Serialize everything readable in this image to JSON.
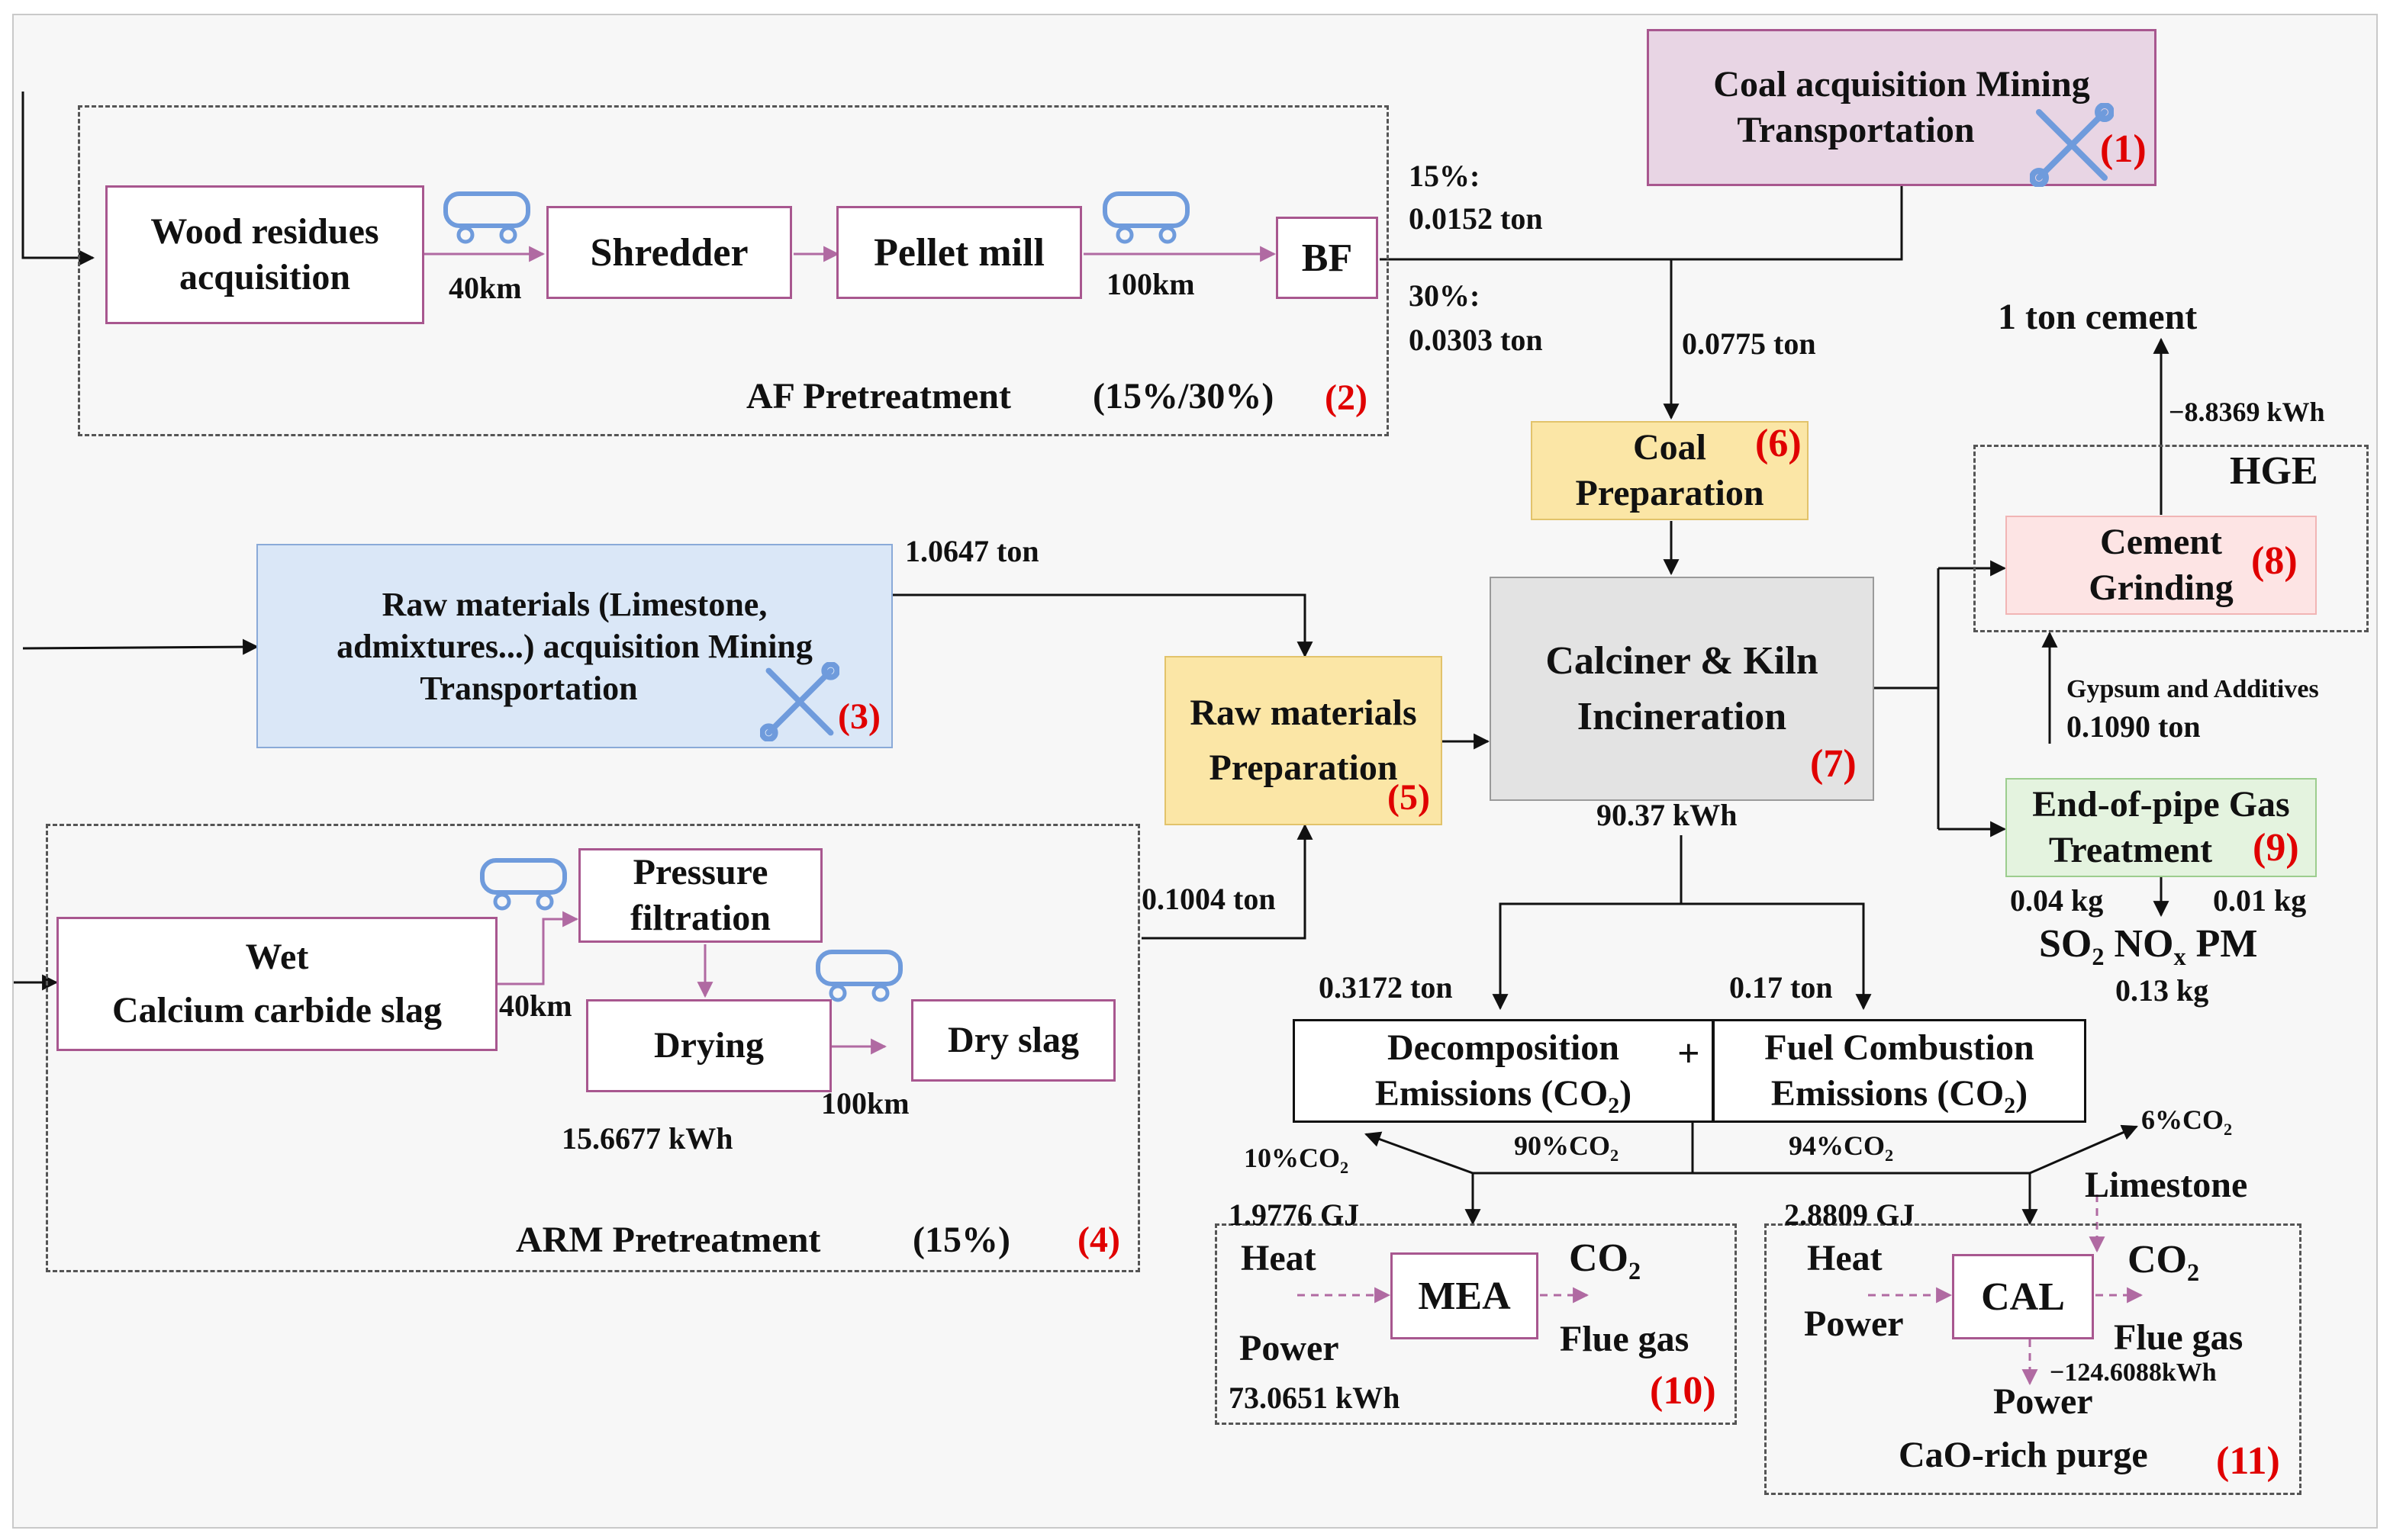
{
  "colors": {
    "process_border": "#a8578f",
    "coal_mining_fill": "#e8d5e4",
    "raw_mining_fill": "#dae7f7",
    "preparation_fill": "#fbe6a6",
    "kiln_fill": "#e3e3e3",
    "grinding_fill": "#fde4e4",
    "gas_treatment_fill": "#e4f3df",
    "index_red": "#e00000",
    "dashed_arrow": "#b06aa2"
  },
  "icons": {
    "truck": "truck-icon",
    "tools": "tools-icon"
  },
  "coal": {
    "label_line1": "Coal acquisition Mining",
    "label_line2": "Transportation",
    "index": "(1)"
  },
  "af": {
    "wood_line1": "Wood residues",
    "wood_line2": "acquisition",
    "shredder": "Shredder",
    "pellet": "Pellet mill",
    "bf": "BF",
    "dist1": "40km",
    "dist2": "100km",
    "pct15": "15%:",
    "val15": "0.0152 ton",
    "pct30": "30%:",
    "val30": "0.0303 ton",
    "title": "AF Pretreatment",
    "title_pct": "(15%/30%)",
    "index": "(2)"
  },
  "coal_flow": "0.0775 ton",
  "coal_prep": {
    "line1": "Coal",
    "line2": "Preparation",
    "index": "(6)"
  },
  "raw": {
    "line1": "Raw materials (Limestone,",
    "line2": "admixtures...) acquisition Mining",
    "line3": "Transportation",
    "index": "(3)",
    "flow": "1.0647 ton"
  },
  "raw_prep": {
    "line1": "Raw materials",
    "line2": "Preparation",
    "index": "(5)"
  },
  "kiln": {
    "line1": "Calciner & Kiln",
    "line2": "Incineration",
    "index": "(7)",
    "power": "90.37 kWh"
  },
  "cement": {
    "product": "1 ton cement",
    "power": "−8.8369 kWh",
    "hge": "HGE",
    "grinding_line1": "Cement",
    "grinding_line2": "Grinding",
    "index": "(8)",
    "gypsum_label": "Gypsum and Additives",
    "gypsum_val": "0.1090 ton"
  },
  "gas": {
    "line1": "End-of-pipe Gas",
    "line2": "Treatment",
    "index": "(9)",
    "so2_val": "0.04 kg",
    "nox_val": "0.01 kg",
    "pm_val": "0.13 kg",
    "so2": "SO",
    "so2_sub": "2",
    "nox": "NO",
    "nox_sub": "x",
    "pm": "PM"
  },
  "arm": {
    "wet_line1": "Wet",
    "wet_line2": "Calcium carbide slag",
    "pressure_line1": "Pressure",
    "pressure_line2": "filtration",
    "drying": "Drying",
    "dry_slag": "Dry slag",
    "dist1": "40km",
    "dist2": "100km",
    "power": "15.6677 kWh",
    "flow": "0.1004 ton",
    "title": "ARM Pretreatment",
    "title_pct": "(15%)",
    "index": "(4)"
  },
  "emissions": {
    "decomp_flow": "0.3172 ton",
    "fuel_flow": "0.17 ton",
    "decomp_line1": "Decomposition",
    "decomp_line2": "Emissions (CO",
    "fuel_line1": "Fuel Combustion",
    "fuel_line2": "Emissions (CO",
    "sub2": "2",
    "close": ")",
    "plus": "+",
    "pct10": "10%CO",
    "pct90": "90%CO",
    "pct94": "94%CO",
    "pct6": "6%CO"
  },
  "mea": {
    "energy": "1.9776 GJ",
    "heat": "Heat",
    "power": "Power",
    "name": "MEA",
    "co2": "CO",
    "co2_sub": "2",
    "flue": "Flue gas",
    "power_val": "73.0651 kWh",
    "index": "(10)"
  },
  "cal": {
    "limestone": "Limestone",
    "energy": "2.8809 GJ",
    "heat": "Heat",
    "power": "Power",
    "name": "CAL",
    "co2": "CO",
    "co2_sub": "2",
    "flue": "Flue gas",
    "power_out_val": "−124.6088kWh",
    "power_out": "Power",
    "purge": "CaO-rich purge",
    "index": "(11)"
  }
}
